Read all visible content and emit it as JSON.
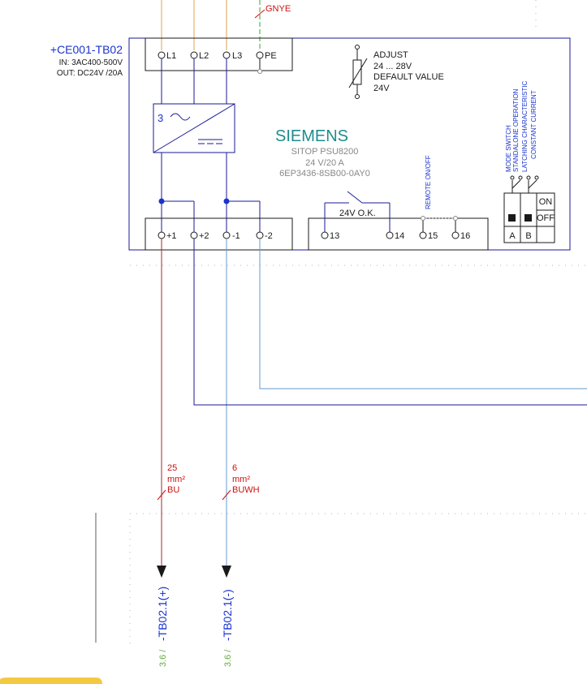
{
  "device": {
    "tag": "+CE001-TB02",
    "input": "IN: 3AC400-500V",
    "output": "OUT: DC24V /20A",
    "brand": "SIEMENS",
    "model": "SITOP PSU8200",
    "rating": "24 V/20 A",
    "part_number": "6EP3436-8SB00-0AY0"
  },
  "top_wire_label": "GNYE",
  "input_terminals": [
    "L1",
    "L2",
    "L3",
    "PE"
  ],
  "output_terminals": [
    "+1",
    "+2",
    "-1",
    "-2"
  ],
  "relay_terminals": [
    "13",
    "14",
    "15",
    "16"
  ],
  "relay_label": "24V O.K.",
  "remote_label": "REMOTE ON/OFF",
  "converter_phase": "3",
  "adjust": {
    "title": "ADJUST",
    "range": "24 ... 28V",
    "default_label": "DEFAULT VALUE",
    "default_value": "24V"
  },
  "mode_switch": {
    "labels": [
      "MODE SWITCH",
      "STANDALONE OPERATION",
      "LATCHING CHARACTERISTIC",
      "CONSTANT CURRENT"
    ],
    "on": "ON",
    "off": "OFF",
    "columns": [
      "A",
      "B"
    ]
  },
  "wires": [
    {
      "size": "25",
      "unit": "mm²",
      "color": "BU",
      "target": "-TB02.1(+)",
      "ref": "3.6 /"
    },
    {
      "size": "6",
      "unit": "mm²",
      "color": "BUWH",
      "target": "-TB02.1(-)",
      "ref": "3.6 /"
    }
  ],
  "colors": {
    "outline": "#1a1a99",
    "blue_text": "#1a33cc",
    "wire_red": "#aa2233",
    "wire_lightblue": "#6699cc",
    "wire_orange": "#e0a050",
    "wire_green": "#33aa33",
    "siemens_teal": "#1f8c8c",
    "label_red": "#cc1111",
    "ref_green": "#66aa44",
    "text_grey": "#888888"
  }
}
